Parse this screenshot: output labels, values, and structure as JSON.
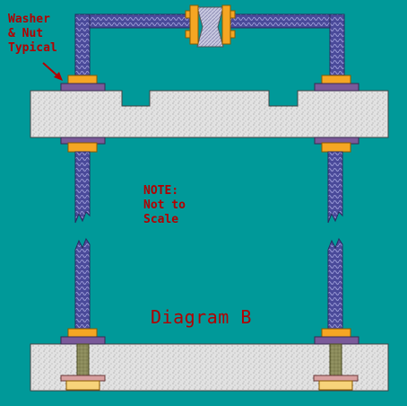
{
  "diagram": {
    "title": "Diagram B",
    "callout": {
      "lines": [
        "Washer",
        "& Nut",
        "Typical"
      ]
    },
    "note": {
      "lines": [
        "NOTE:",
        "Not to",
        "Scale"
      ]
    }
  },
  "colors": {
    "background": "#009999",
    "slab": "#e2e2e2",
    "pipe": "#4a4a9a",
    "nut": "#f5a623",
    "washer": "#7a5a9a",
    "rod": "#8a8a5a",
    "label_text": "#b30000"
  }
}
